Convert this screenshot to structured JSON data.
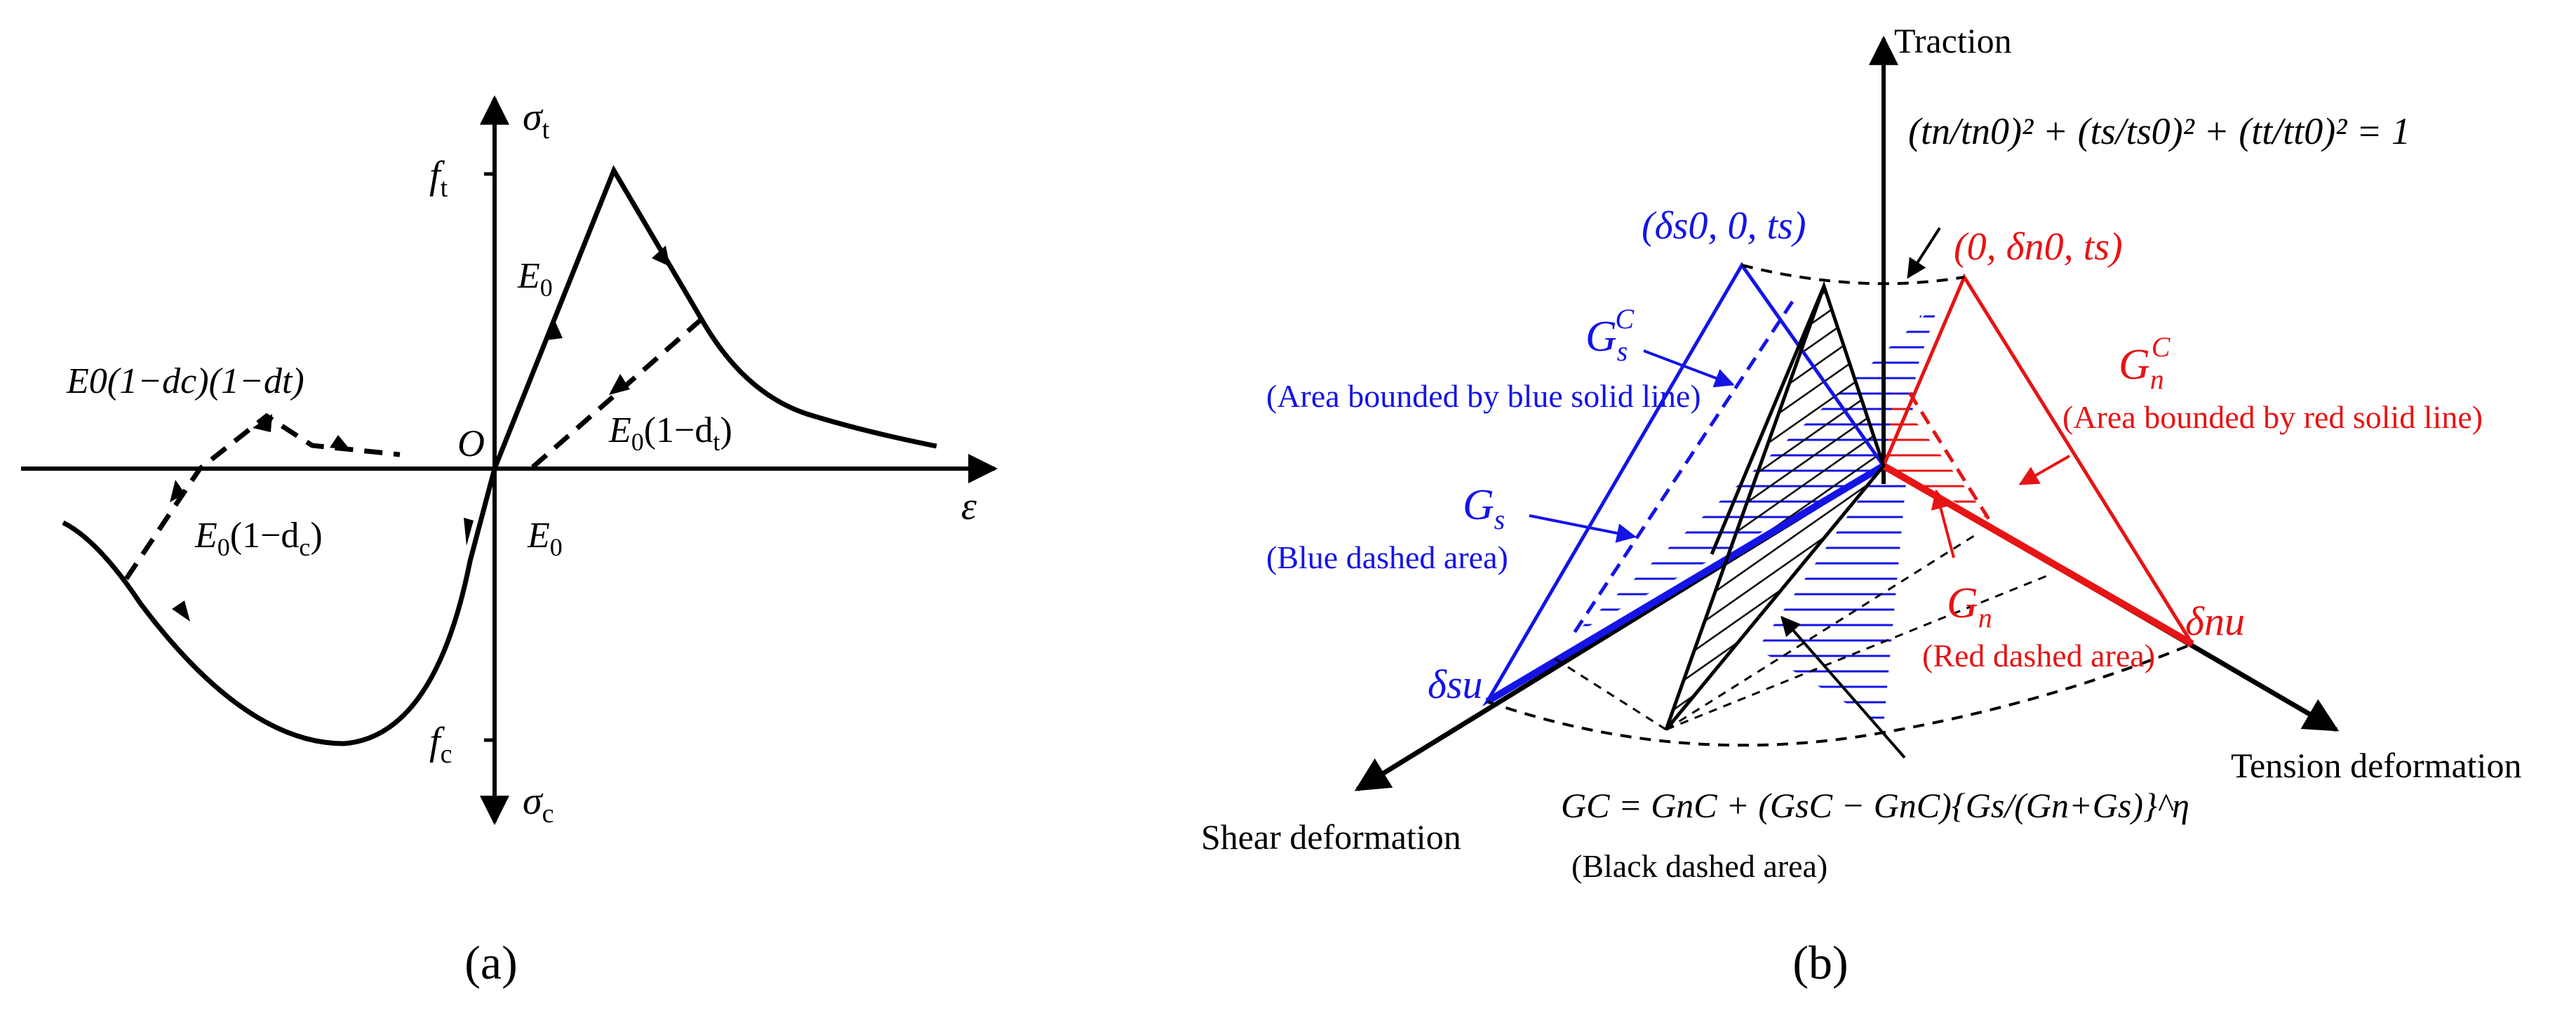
{
  "colors": {
    "ink": "#000000",
    "blue": "#1414e6",
    "red": "#e61414",
    "background": "#ffffff"
  },
  "panel_a": {
    "caption": "(a)",
    "axes": {
      "sigma_t": "σ",
      "sigma_t_sub": "t",
      "sigma_c": "σ",
      "sigma_c_sub": "c",
      "epsilon": "ε",
      "origin": "O"
    },
    "ticks": {
      "ft": "f",
      "ft_sub": "t",
      "fc": "f",
      "fc_sub": "c"
    },
    "labels": {
      "E0_loading": {
        "main": "E",
        "sub": "0",
        "rest": ""
      },
      "E0_unload_t": {
        "main": "E",
        "sub": "0",
        "rest": "(1−d",
        "sub2": "t",
        "end": ")"
      },
      "E0_compress": {
        "main": "E",
        "sub": "0",
        "rest": ""
      },
      "E0_unload_c": {
        "main": "E",
        "sub": "0",
        "rest": "(1−d",
        "sub2": "c",
        "end": ")"
      },
      "E0_reload_ct": {
        "text": "E0(1−dc)(1−dt)"
      }
    }
  },
  "panel_b": {
    "caption": "(b)",
    "axes": {
      "traction": "Traction",
      "shear": "Shear deformation",
      "tension": "Tension deformation"
    },
    "criterion": "(tn/tn0)² + (ts/ts0)² + (tt/tt0)² = 1",
    "points": {
      "shear_peak": "(δs0, 0, ts)",
      "tension_peak": "(0, δn0, ts)",
      "shear_ultimate": "δsu",
      "tension_ultimate": "δnu"
    },
    "energies": {
      "GsC": {
        "symbol": "G",
        "sub": "s",
        "sup": "C",
        "desc": "(Area bounded by blue solid line)"
      },
      "Gs": {
        "symbol": "G",
        "sub": "s",
        "desc": "(Blue dashed area)"
      },
      "GnC": {
        "symbol": "G",
        "sub": "n",
        "sup": "C",
        "desc": "(Area bounded by red solid line)"
      },
      "Gn": {
        "symbol": "G",
        "sub": "n",
        "desc": "(Red dashed area)"
      },
      "GC_formula": "GC = GnC + (GsC − GnC){Gs/(Gn+Gs)}^η",
      "GC_desc": "(Black dashed area)"
    }
  }
}
